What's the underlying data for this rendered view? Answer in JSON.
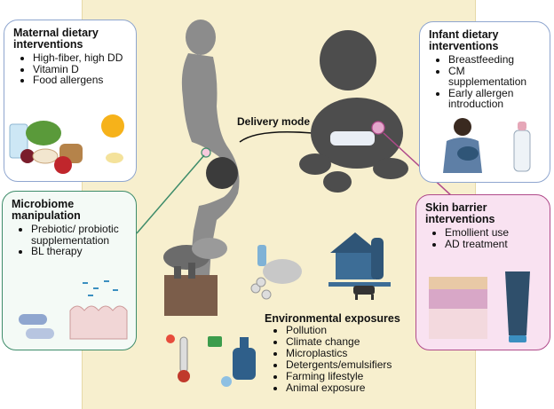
{
  "maternal": {
    "title": "Maternal dietary interventions",
    "items": [
      "High-fiber, high DD",
      "Vitamin D",
      "Food allergens"
    ]
  },
  "infant": {
    "title": "Infant dietary interventions",
    "items": [
      "Breastfeeding",
      "CM supplementation",
      "Early allergen introduction"
    ]
  },
  "microbiome": {
    "title": "Microbiome manipulation",
    "items": [
      "Prebiotic/ probiotic supplementation",
      "BL therapy"
    ]
  },
  "skin": {
    "title": "Skin barrier interventions",
    "items": [
      "Emollient use",
      "AD treatment"
    ]
  },
  "delivery_label": "Delivery mode",
  "environment": {
    "title": "Environmental exposures",
    "items": [
      "Pollution",
      "Climate change",
      "Microplastics",
      "Detergents/emulsifiers",
      "Farming lifestyle",
      "Animal exposure"
    ]
  },
  "colors": {
    "panel": "#f7efce",
    "blue_border": "#8fa6cf",
    "green_border": "#3e8c6a",
    "pink_border": "#b04a8a",
    "figure_gray": "#8c8c8c",
    "baby_gray": "#4d4d4d"
  }
}
